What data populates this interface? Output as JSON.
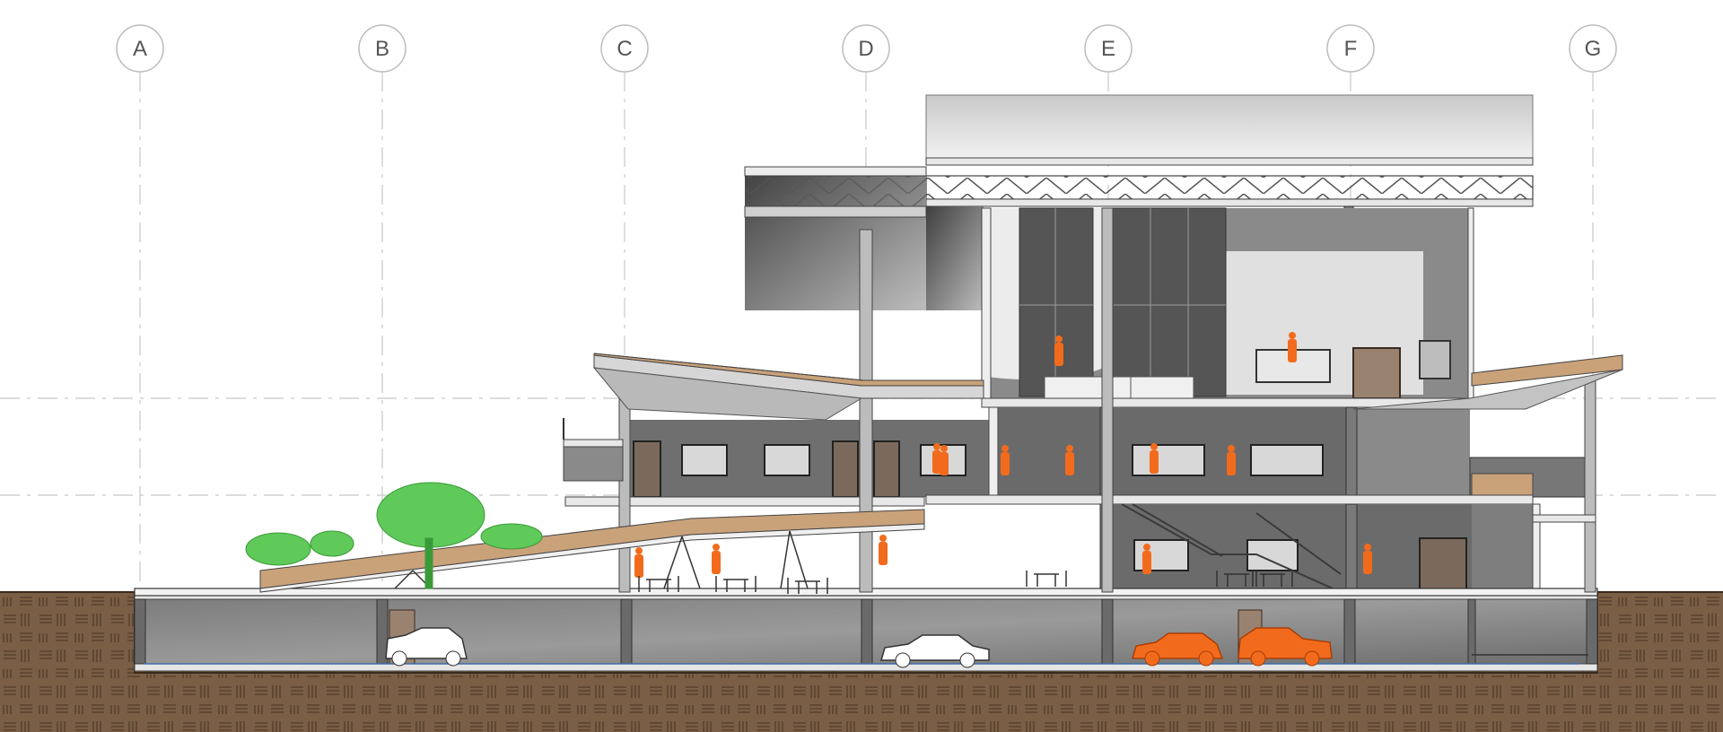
{
  "grid_lines": [
    "A",
    "B",
    "C",
    "D",
    "E",
    "F",
    "G"
  ],
  "colors": {
    "ground": "#7a5e45",
    "ground_pattern": "#5d4430",
    "concrete": "#6f6f6f",
    "interior_dark": "#5b5b5b",
    "interior_mid": "#8a8a8a",
    "interior_light": "#d9d9d9",
    "slab": "#e8e8e8",
    "wood_ramp": "#c9a27a",
    "people": "#f26b1d",
    "trees": "#5fc95a",
    "grid_line": "#bcbcbc"
  },
  "icons": [
    "tree-icon",
    "person-icon",
    "car-icon",
    "table-set-icon",
    "window-icon",
    "door-icon",
    "stair-icon"
  ]
}
